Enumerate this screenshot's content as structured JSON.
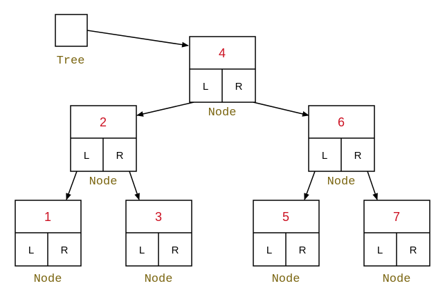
{
  "root_label": "Tree",
  "node_caption": "Node",
  "left_label": "L",
  "right_label": "R",
  "colors": {
    "value": "#cc1122",
    "caption": "#7a6510",
    "stroke": "#000000"
  },
  "nodes": [
    {
      "value": "4"
    },
    {
      "value": "2"
    },
    {
      "value": "6"
    },
    {
      "value": "1"
    },
    {
      "value": "3"
    },
    {
      "value": "5"
    },
    {
      "value": "7"
    }
  ]
}
